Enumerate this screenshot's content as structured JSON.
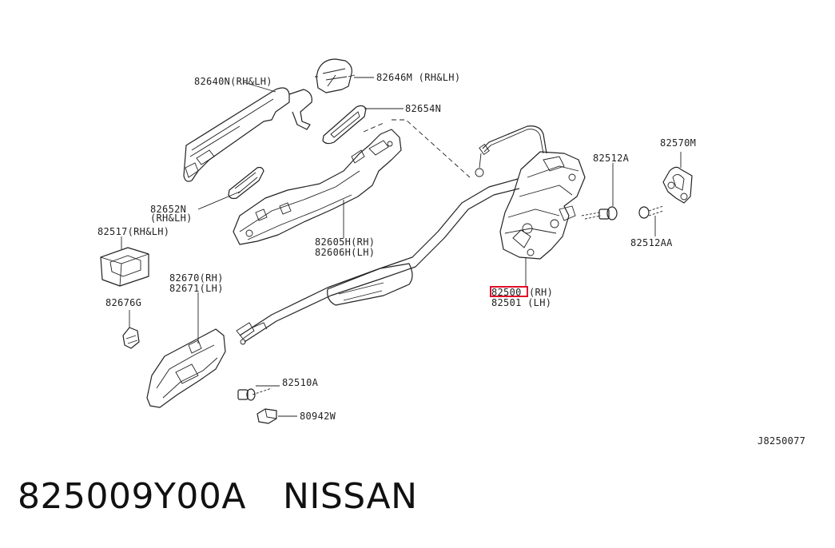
{
  "labels": {
    "p82640N": "82640N(RH&LH)",
    "p82646M": "82646M (RH&LH)",
    "p82654N": "82654N",
    "p82652N_a": "82652N",
    "p82652N_b": "(RH&LH)",
    "p82605H": "82605H(RH)",
    "p82606H": "82606H(LH)",
    "p82512A": "82512A",
    "p82570M": "82570M",
    "p82512AA": "82512AA",
    "p82517": "82517(RH&LH)",
    "p82670": "82670(RH)",
    "p82671": "82671(LH)",
    "p82676G": "82676G",
    "p82500": "82500",
    "p82500_side": "(RH)",
    "p82501": "82501 (LH)",
    "p82510A": "82510A",
    "p80942W": "80942W",
    "diagram_code": "J8250077"
  },
  "footer": {
    "part_number": "825009Y00A",
    "brand": "NISSAN"
  },
  "highlight_color": "#e0102a"
}
